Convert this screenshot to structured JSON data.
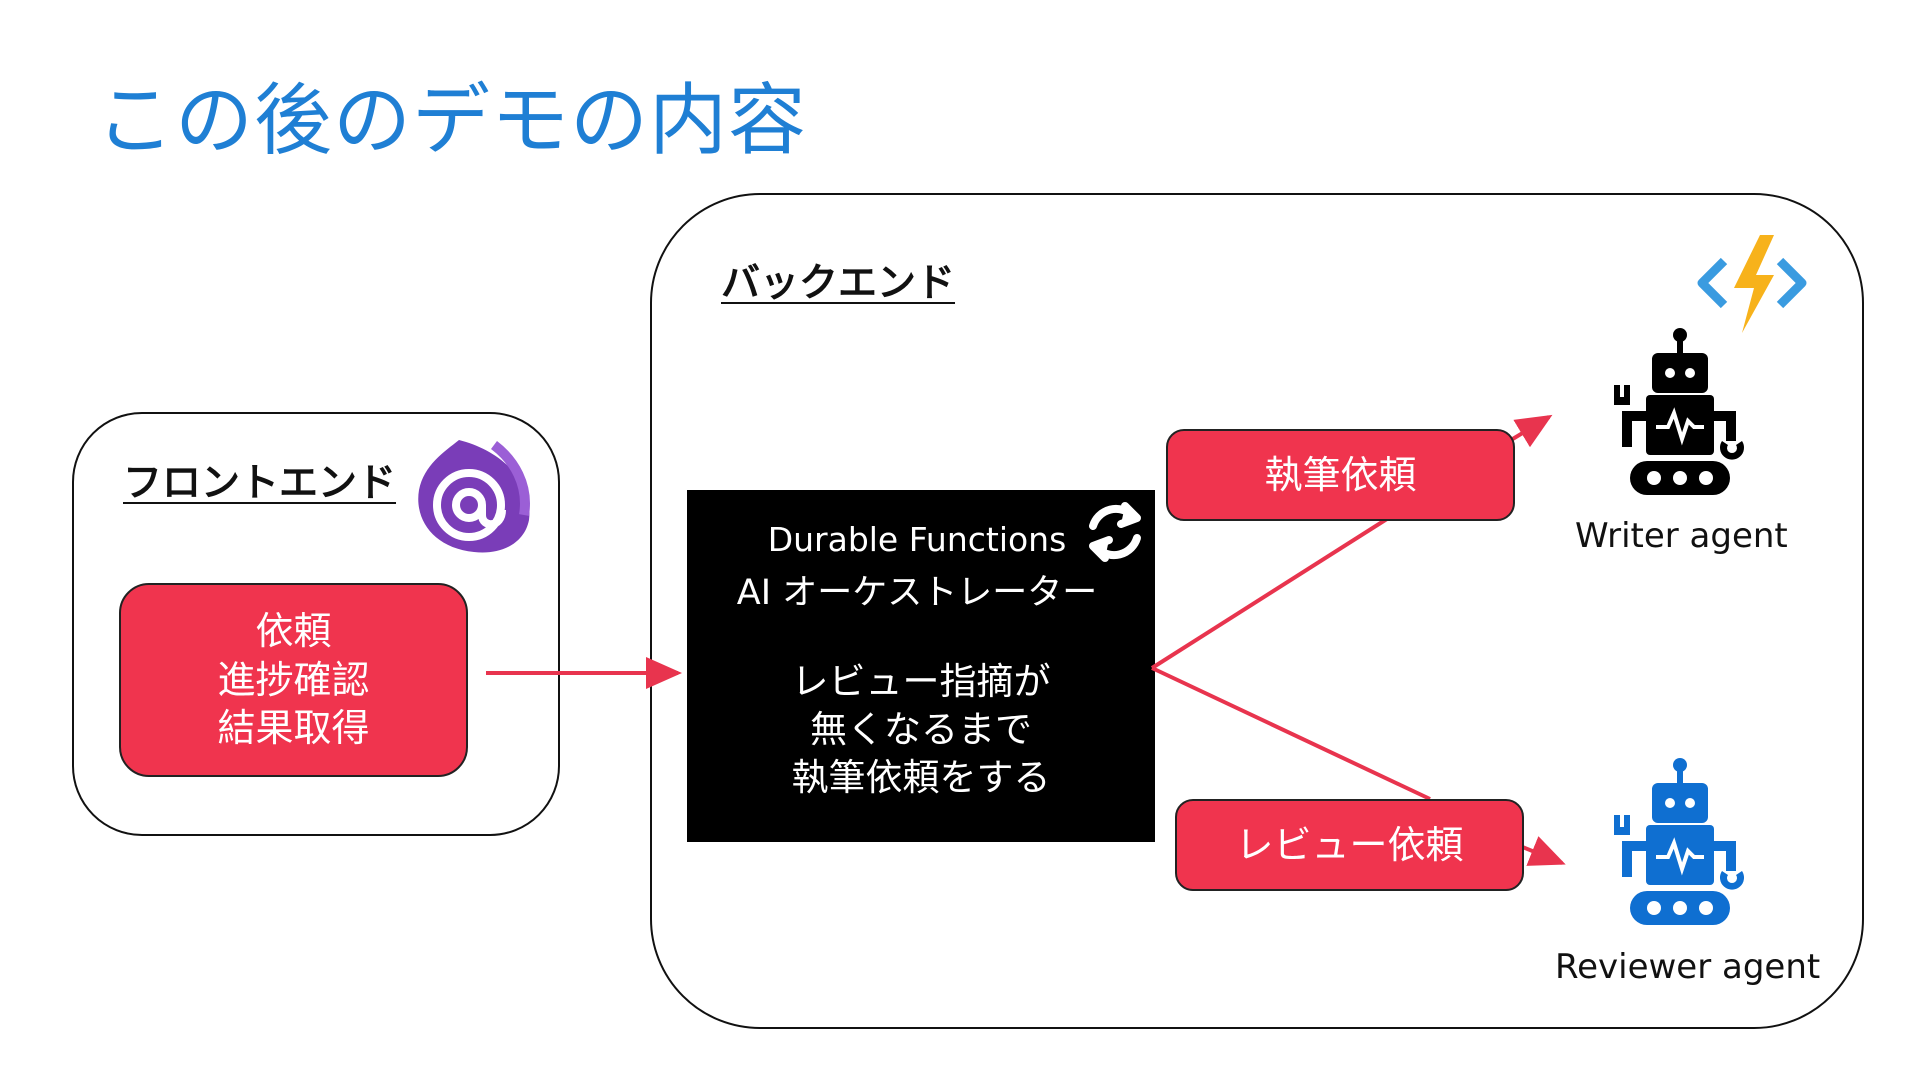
{
  "title": "この後のデモの内容",
  "frontend": {
    "heading": "フロントエンド",
    "box_lines": [
      "依頼",
      "進捗確認",
      "結果取得"
    ],
    "logo_icon": "blazor-logo-icon"
  },
  "backend": {
    "heading": "バックエンド",
    "logo_icon": "azure-functions-icon",
    "orchestrator": {
      "line1": "Durable Functions",
      "line2": "AI オーケストレーター",
      "desc_lines": [
        "レビュー指摘が",
        "無くなるまで",
        "執筆依頼をする"
      ],
      "icon": "refresh-icon"
    },
    "write_request": "執筆依頼",
    "review_request": "レビュー依頼",
    "writer_agent": {
      "label": "Writer agent",
      "icon": "robot-icon",
      "color": "#000000"
    },
    "reviewer_agent": {
      "label": "Reviewer agent",
      "icon": "robot-icon",
      "color": "#0f6fd1"
    }
  },
  "colors": {
    "title": "#1f7fd4",
    "accent_red": "#f0344e",
    "arrow": "#e8344e",
    "blazor_purple": "#6b2fa6",
    "reviewer_blue": "#0f6fd1"
  }
}
